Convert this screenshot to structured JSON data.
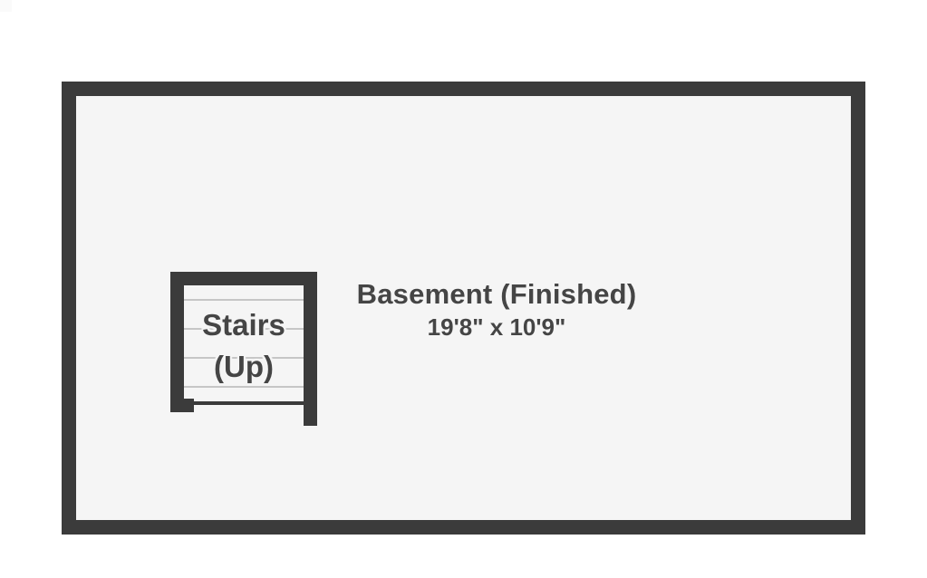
{
  "plan": {
    "room": {
      "name": "Basement (Finished)",
      "dimensions": "19'8\" x 10'9\""
    },
    "stairs": {
      "label_line1": "Stairs",
      "label_line2": "(Up)",
      "tread_count": 4
    },
    "colors": {
      "wall": "#3b3b3b",
      "floor": "#f5f5f5",
      "tread_line": "#c6c6c6",
      "label_text": "#454545",
      "background": "#ffffff"
    }
  }
}
